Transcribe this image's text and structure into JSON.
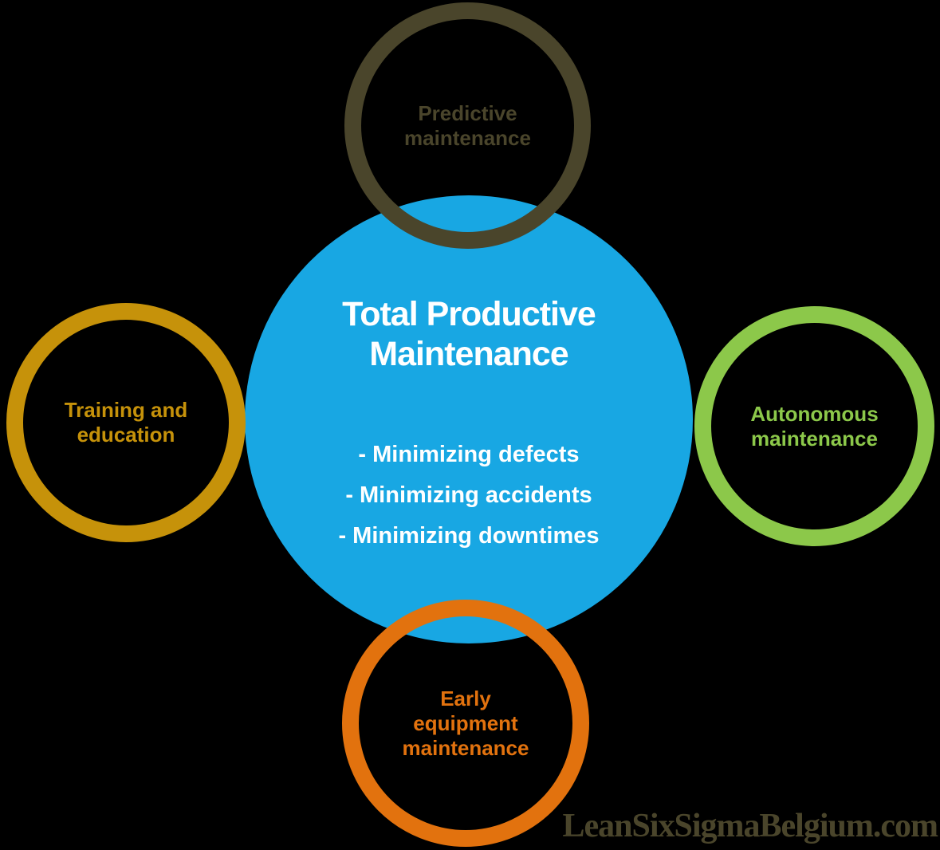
{
  "title": "Total Productive Maintenance diagram",
  "background_color": "#000000",
  "center": {
    "title_lines": [
      "Total Productive",
      "Maintenance"
    ],
    "bullets": [
      "- Minimizing defects",
      "- Minimizing accidents",
      "- Minimizing downtimes"
    ],
    "color": "#18a7e3",
    "text_color": "#ffffff"
  },
  "nodes": [
    {
      "id": "predictive-maintenance",
      "lines": [
        "Predictive",
        "maintenance"
      ],
      "color": "#4a452b",
      "position": "top"
    },
    {
      "id": "training-and-education",
      "lines": [
        "Training and",
        "education"
      ],
      "color": "#c6920a",
      "position": "left"
    },
    {
      "id": "autonomous-maintenance",
      "lines": [
        "Autonomous",
        "maintenance"
      ],
      "color": "#8cc84a",
      "position": "right"
    },
    {
      "id": "early-equipment-maintenance",
      "lines": [
        "Early",
        "equipment",
        "maintenance"
      ],
      "color": "#e2720e",
      "position": "bottom"
    }
  ],
  "watermark": {
    "text": "LeanSixSigmaBelgium.com",
    "color": "#4a452b"
  }
}
